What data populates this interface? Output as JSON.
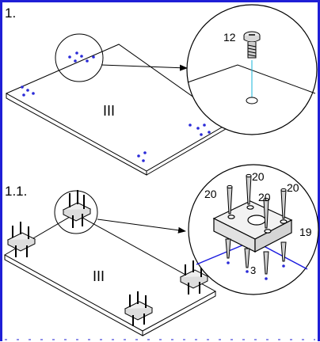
{
  "steps": [
    {
      "number": "1.",
      "panel_label": "III",
      "callout_part": "12"
    },
    {
      "number": "1.1.",
      "panel_label": "III",
      "callout_parts": [
        "20",
        "20",
        "20",
        "20",
        "19"
      ],
      "axis_label": "3"
    }
  ],
  "colors": {
    "frame": "#1f1fd6",
    "dot": "#2a2ad8",
    "guide": "#19b5d8",
    "axis": "#1a1adf",
    "line": "#000000"
  },
  "icons": [
    "screw-icon",
    "dowel-icon",
    "bracket-block-icon",
    "arrow-icon"
  ]
}
